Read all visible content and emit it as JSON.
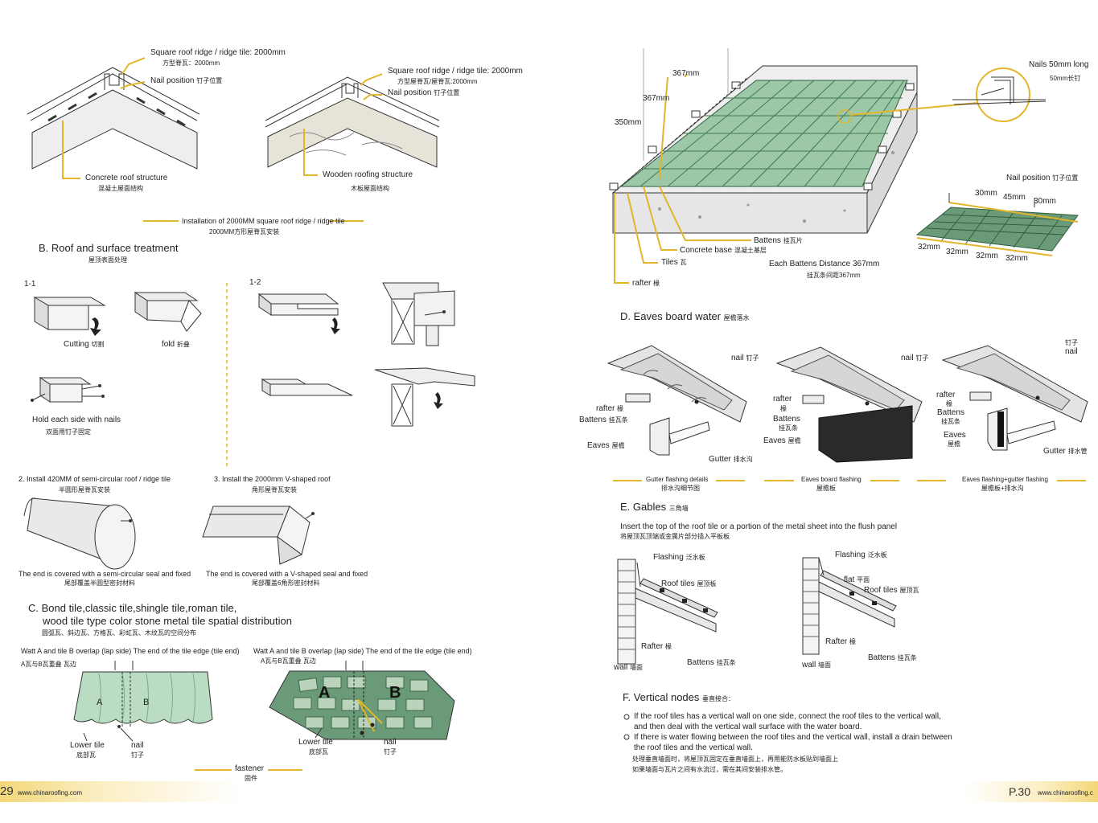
{
  "left_page": {
    "ridge1": {
      "title": "Square roof ridge / ridge tile: 2000mm",
      "title_cn": "方型脊瓦：2000mm",
      "nail": "Nail position",
      "nail_cn": "钉子位置",
      "base": "Concrete roof structure",
      "base_cn": "混凝土屋面结构"
    },
    "ridge2": {
      "title": "Square roof ridge / ridge tile: 2000mm",
      "title_cn": "方型屋脊瓦/屋脊瓦:2000mm",
      "nail": "Nail position",
      "nail_cn": "钉子位置",
      "base": "Wooden roofing structure",
      "base_cn": "木板屋面结构"
    },
    "install_caption": "Installation of 2000MM square roof ridge / ridge tile",
    "install_caption_cn": "2000MM方形屋脊瓦安装",
    "section_b": {
      "title": "B. Roof and surface treatment",
      "title_cn": "屋顶表面处理",
      "label_11": "1-1",
      "label_12": "1-2",
      "cutting": "Cutting",
      "cutting_cn": "切割",
      "fold": "fold",
      "fold_cn": "折叠",
      "hold": "Hold each side with nails",
      "hold_cn": "双面用钉子固定"
    },
    "step2": {
      "title": "2. Install 420MM of semi-circular roof / ridge tile",
      "title_cn": "半圆形屋脊瓦安装",
      "caption": "The end is covered with a semi-circular seal and fixed",
      "caption_cn": "尾部覆盖半圆型密封材料"
    },
    "step3": {
      "title": "3. Install the 2000mm V-shaped roof",
      "title_cn": "角形屋脊瓦安装",
      "caption": "The end is covered with a V-shaped seal and fixed",
      "caption_cn": "尾部覆盖6角形密封材料"
    },
    "section_c": {
      "title_l1": "C. Bond tile,classic tile,shingle tile,roman tile,",
      "title_l2": "wood tile type color stone metal tile spatial distribution",
      "title_cn": "圆弧瓦、斜边瓦、方格瓦、彩虹瓦、木纹瓦的空间分布"
    },
    "overlap1": {
      "title": "Watt A and tile B overlap (lap side) The end of the tile edge (tile end)",
      "title_cn": "A瓦与B瓦重叠 瓦边",
      "a": "A",
      "b": "B",
      "lower": "Lower tile",
      "lower_cn": "底部瓦",
      "nail": "nail",
      "nail_cn": "钉子"
    },
    "overlap2": {
      "title": "Watt A and tile B overlap (lap side) The end of the tile edge (tile end)",
      "title_cn": "A瓦与B瓦重叠 瓦边",
      "a": "A",
      "b": "B",
      "lower": "Lower tile",
      "lower_cn": "底部瓦",
      "nail": "nail",
      "nail_cn": "钉子"
    },
    "fastener": "fastener",
    "fastener_cn": "固件",
    "footer": {
      "page": "29",
      "site": "www.chinaroofing.com"
    }
  },
  "right_page": {
    "top": {
      "d367a": "367mm",
      "d367b": "367mm",
      "d350": "350mm",
      "nails": "Nails 50mm long",
      "nails_cn": "50mm长钉",
      "battens": "Battens",
      "battens_cn": "挂瓦片",
      "concrete": "Concrete base",
      "concrete_cn": "混凝土基层",
      "tiles": "Tiles",
      "tiles_cn": "瓦",
      "distance": "Each Battens Distance 367mm",
      "distance_cn": "挂瓦条间距367mm",
      "rafter": "rafter",
      "rafter_cn": "椽",
      "nailpos": "Nail position",
      "nailpos_cn": "钉子位置",
      "m30a": "30mm",
      "m45": "45mm",
      "m30b": "30mm",
      "m32a": "32mm",
      "m32b": "32mm",
      "m32c": "32mm",
      "m32d": "32mm"
    },
    "section_d": {
      "title": "D. Eaves board water",
      "title_cn": "屋檐落水",
      "d1": {
        "nail": "nail",
        "nail_cn": "钉子",
        "rafter": "rafter",
        "rafter_cn": "椽",
        "battens": "Battens",
        "battens_cn": "挂瓦条",
        "eaves": "Eaves",
        "eaves_cn": "屋檐",
        "gutter": "Gutter",
        "gutter_cn": "排水沟",
        "cap": "Gutter flashing details",
        "cap_cn": "排水沟细节图"
      },
      "d2": {
        "nail": "nail",
        "nail_cn": "钉子",
        "rafter": "rafter",
        "rafter_cn": "椽",
        "battens": "Battens",
        "battens_cn": "挂瓦条",
        "eaves": "Eaves",
        "eaves_cn": "屋檐",
        "cap": "Eaves board flashing",
        "cap_cn": "屋檐板"
      },
      "d3": {
        "nail_cn": "钉子",
        "nail": "nail",
        "rafter": "rafter",
        "rafter_cn": "椽",
        "battens": "Battens",
        "battens_cn": "挂瓦条",
        "eaves": "Eaves",
        "eaves_cn": "屋檐",
        "gutter": "Gutter",
        "gutter_cn": "排水管",
        "cap": "Eaves flashing+gutter flashing",
        "cap_cn": "屋檐板+排水沟"
      }
    },
    "section_e": {
      "title": "E. Gables",
      "title_cn": "三角墙",
      "desc": "Insert the top of the roof tile or a portion of the metal sheet into the flush panel",
      "desc_cn": "将屋顶瓦顶端或金属片部分插入平板板",
      "g1": {
        "flashing": "Flashing",
        "flashing_cn": "泛水板",
        "roof": "Roof tiles",
        "roof_cn": "屋顶板",
        "rafter": "Rafter",
        "rafter_cn": "椽",
        "battens": "Battens",
        "battens_cn": "挂瓦条",
        "wall": "wall",
        "wall_cn": "墙面"
      },
      "g2": {
        "flashing": "Flashing",
        "flashing_cn": "泛水板",
        "flat": "flat",
        "flat_cn": "平面",
        "roof": "Roof tiles",
        "roof_cn": "屋顶瓦",
        "rafter": "Rafter",
        "rafter_cn": "椽",
        "battens": "Battens",
        "battens_cn": "挂瓦条",
        "wall": "wall",
        "wall_cn": "墙面"
      }
    },
    "section_f": {
      "title": "F. Vertical nodes",
      "title_cn": "垂直接合：",
      "b1_l1": "If the roof tiles has a vertical wall on one side, connect the roof tiles to the vertical wall,",
      "b1_l2": "and then deal with the vertical wall surface with the water board.",
      "b2_l1": "If there is water flowing between the roof tiles and the vertical wall, install a drain between",
      "b2_l2": "the roof tiles and the vertical wall.",
      "cn1": "处理垂直墙面时，将屋顶瓦固定在垂直墙面上，再用能防水板贴到墙面上",
      "cn2": "如果墙面与瓦片之间有水流过，需在其间安装排水管。"
    },
    "footer": {
      "page": "P.30",
      "site": "www.chinaroofing.c"
    }
  },
  "colors": {
    "gold": "#e3b52a",
    "tile_green": "#9cc8a8",
    "tile_dark": "#4e8a62"
  }
}
